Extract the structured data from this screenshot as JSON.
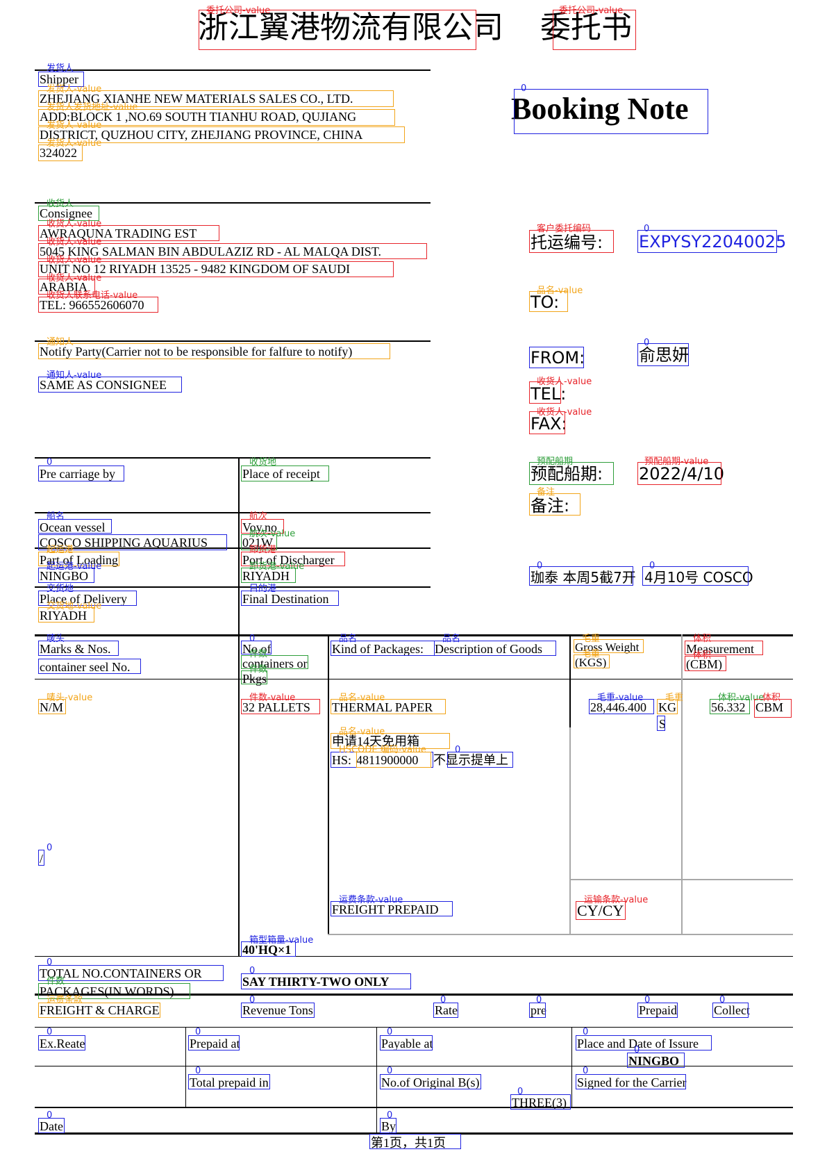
{
  "header": {
    "company": "浙江翼港物流有限公司",
    "doc_title_cn": "委托书",
    "doc_title_en": "Booking Note"
  },
  "shipper": {
    "label": "Shipper",
    "lines": [
      "ZHEJIANG XIANHE NEW MATERIALS SALES CO., LTD.",
      "ADD:BLOCK 1 ,NO.69 SOUTH TIANHU ROAD, QUJIANG",
      "DISTRICT, QUZHOU CITY, ZHEJIANG PROVINCE, CHINA",
      "324022"
    ]
  },
  "consignee": {
    "label": "Consignee",
    "lines": [
      "AWRAQUNA TRADING EST",
      "5045 KING SALMAN BIN ABDULAZIZ RD - AL MALQA DIST.",
      "UNIT NO 12 RIYADH 13525 - 9482 KINGDOM OF SAUDI",
      "ARABIA",
      "TEL: 966552606070"
    ]
  },
  "notify": {
    "label": "Notify Party(Carrier not to be responsible for falfure to notify)",
    "value": "SAME AS CONSIGNEE"
  },
  "right_panel": {
    "booking_no_label": "托运编号:",
    "booking_no_value": "EXPYSY22040025",
    "to_label": "TO:",
    "from_label": "FROM:",
    "from_value": "俞思妍",
    "tel_label": "TEL:",
    "fax_label": "FAX:",
    "etd_label": "预配船期:",
    "etd_value": "2022/4/10",
    "remark_label": "备注:",
    "remark_line_a": "珈泰 本周5截7开",
    "remark_line_b": "4月10号 COSCO"
  },
  "routing": {
    "pre_carriage_label": "Pre carriage by",
    "place_receipt_label": "Place of receipt",
    "vessel_label": "Ocean vessel",
    "vessel_value": "COSCO SHIPPING AQUARIUS",
    "voy_label": "Voy.no",
    "voy_value": "021W",
    "pol_label": "Part of Loading",
    "pol_value": "NINGBO",
    "pod_label": "Port of Discharger",
    "pod_value": "RIYADH",
    "delivery_label": "Place of Delivery",
    "delivery_value": "RIYADH",
    "final_dest_label": "Final Destination"
  },
  "cargo": {
    "marks_label_1": "Marks & Nos.",
    "marks_label_2": "container seel No.",
    "no_label_1": "No.of",
    "no_label_2": "containers or",
    "no_label_3": "Pkgs",
    "kind_label": "Kind of Packages:",
    "desc_label": "Description of Goods",
    "gw_label_1": "Gross Weight",
    "gw_label_2": "(KGS)",
    "meas_label_1": "Measurement",
    "meas_label_2": "(CBM)",
    "marks_value": "N/M",
    "pkgs_value": "32 PALLETS",
    "goods_value": "THERMAL PAPER",
    "goods_note": "申请14天免用箱",
    "hs_prefix": "HS:",
    "hs_code": "4811900000",
    "hs_note": "不显示提单上",
    "gw_value": "28,446.400",
    "gw_unit_1": "KG",
    "gw_unit_2": "S",
    "meas_value": "56.332",
    "meas_unit": "CBM",
    "slash": "/",
    "freight_term": "FREIGHT PREPAID",
    "service_term": "CY/CY",
    "container_qty": "40'HQ×1"
  },
  "totals": {
    "total_label_1": "TOTAL NO.CONTAINERS OR",
    "total_label_2": "PACKAGES(IN WORDS)",
    "total_value": "SAY THIRTY-TWO ONLY",
    "freight_label": "FREIGHT & CHARGE",
    "revenue_label": "Revenue Tons",
    "rate_label": "Rate",
    "pre_label": "pre",
    "prepaid_label": "Prepaid",
    "collect_label": "Collect"
  },
  "bottom": {
    "ex_rate_label": "Ex.Reate",
    "prepaid_at_label": "Prepaid at",
    "payable_at_label": "Payable at",
    "place_date_label": "Place and Date of Issure",
    "place_value": "NINGBO",
    "total_prepaid_label": "Total prepaid in",
    "originals_label": "No.of Original B(s)",
    "originals_value": "THREE(3)",
    "signed_label": "Signed for the Carrier",
    "date_label": "Date",
    "by_label": "By",
    "page_footer": "第1页，共1页"
  },
  "annotations": {
    "consignor_company_value": "委托公司-value",
    "shipper_tag": "发货人",
    "shipper_value_tag": "发货人-value",
    "shipper_addr_tag": "发货人发货地址-value",
    "consignee_tag": "收货人",
    "consignee_value_tag": "收货人-value",
    "consignee_tel_tag": "收货人联系电话-value",
    "notify_tag": "通知人",
    "notify_value_tag": "通知人-value",
    "zero": "0",
    "client_ref_tag": "客户委托编码",
    "goods_name_value_tag": "品名-value",
    "etd_tag": "预配船期",
    "etd_value_tag": "预配船期-value",
    "remark_tag": "备注",
    "receipt_tag": "收货地",
    "vessel_tag": "船名",
    "voyage_tag": "航次",
    "voyage_value_tag": "航次-value",
    "pol_tag": "起运港",
    "pol_value_tag": "起运港-value",
    "pod_tag": "卸货港",
    "pod_value_tag": "卸货港-value",
    "delivery_tag": "交货地",
    "delivery_value_tag": "交货地-value",
    "dest_tag": "目的港",
    "marks_tag": "唛头",
    "marks_value_tag": "唛头-value",
    "pkgs_tag": "件数",
    "pkgs_value_tag": "件数-value",
    "goods_tag": "品名",
    "gw_tag": "毛重",
    "gw_value_tag": "毛重-value",
    "meas_tag": "体积",
    "meas_value_tag": "体积-value",
    "hs_value_tag": "HSCODE 编码-value",
    "freight_value_tag": "运费条款-value",
    "service_value_tag": "运输条款-value",
    "container_value_tag": "箱型箱量-value",
    "freight_tag": "运费条款"
  }
}
